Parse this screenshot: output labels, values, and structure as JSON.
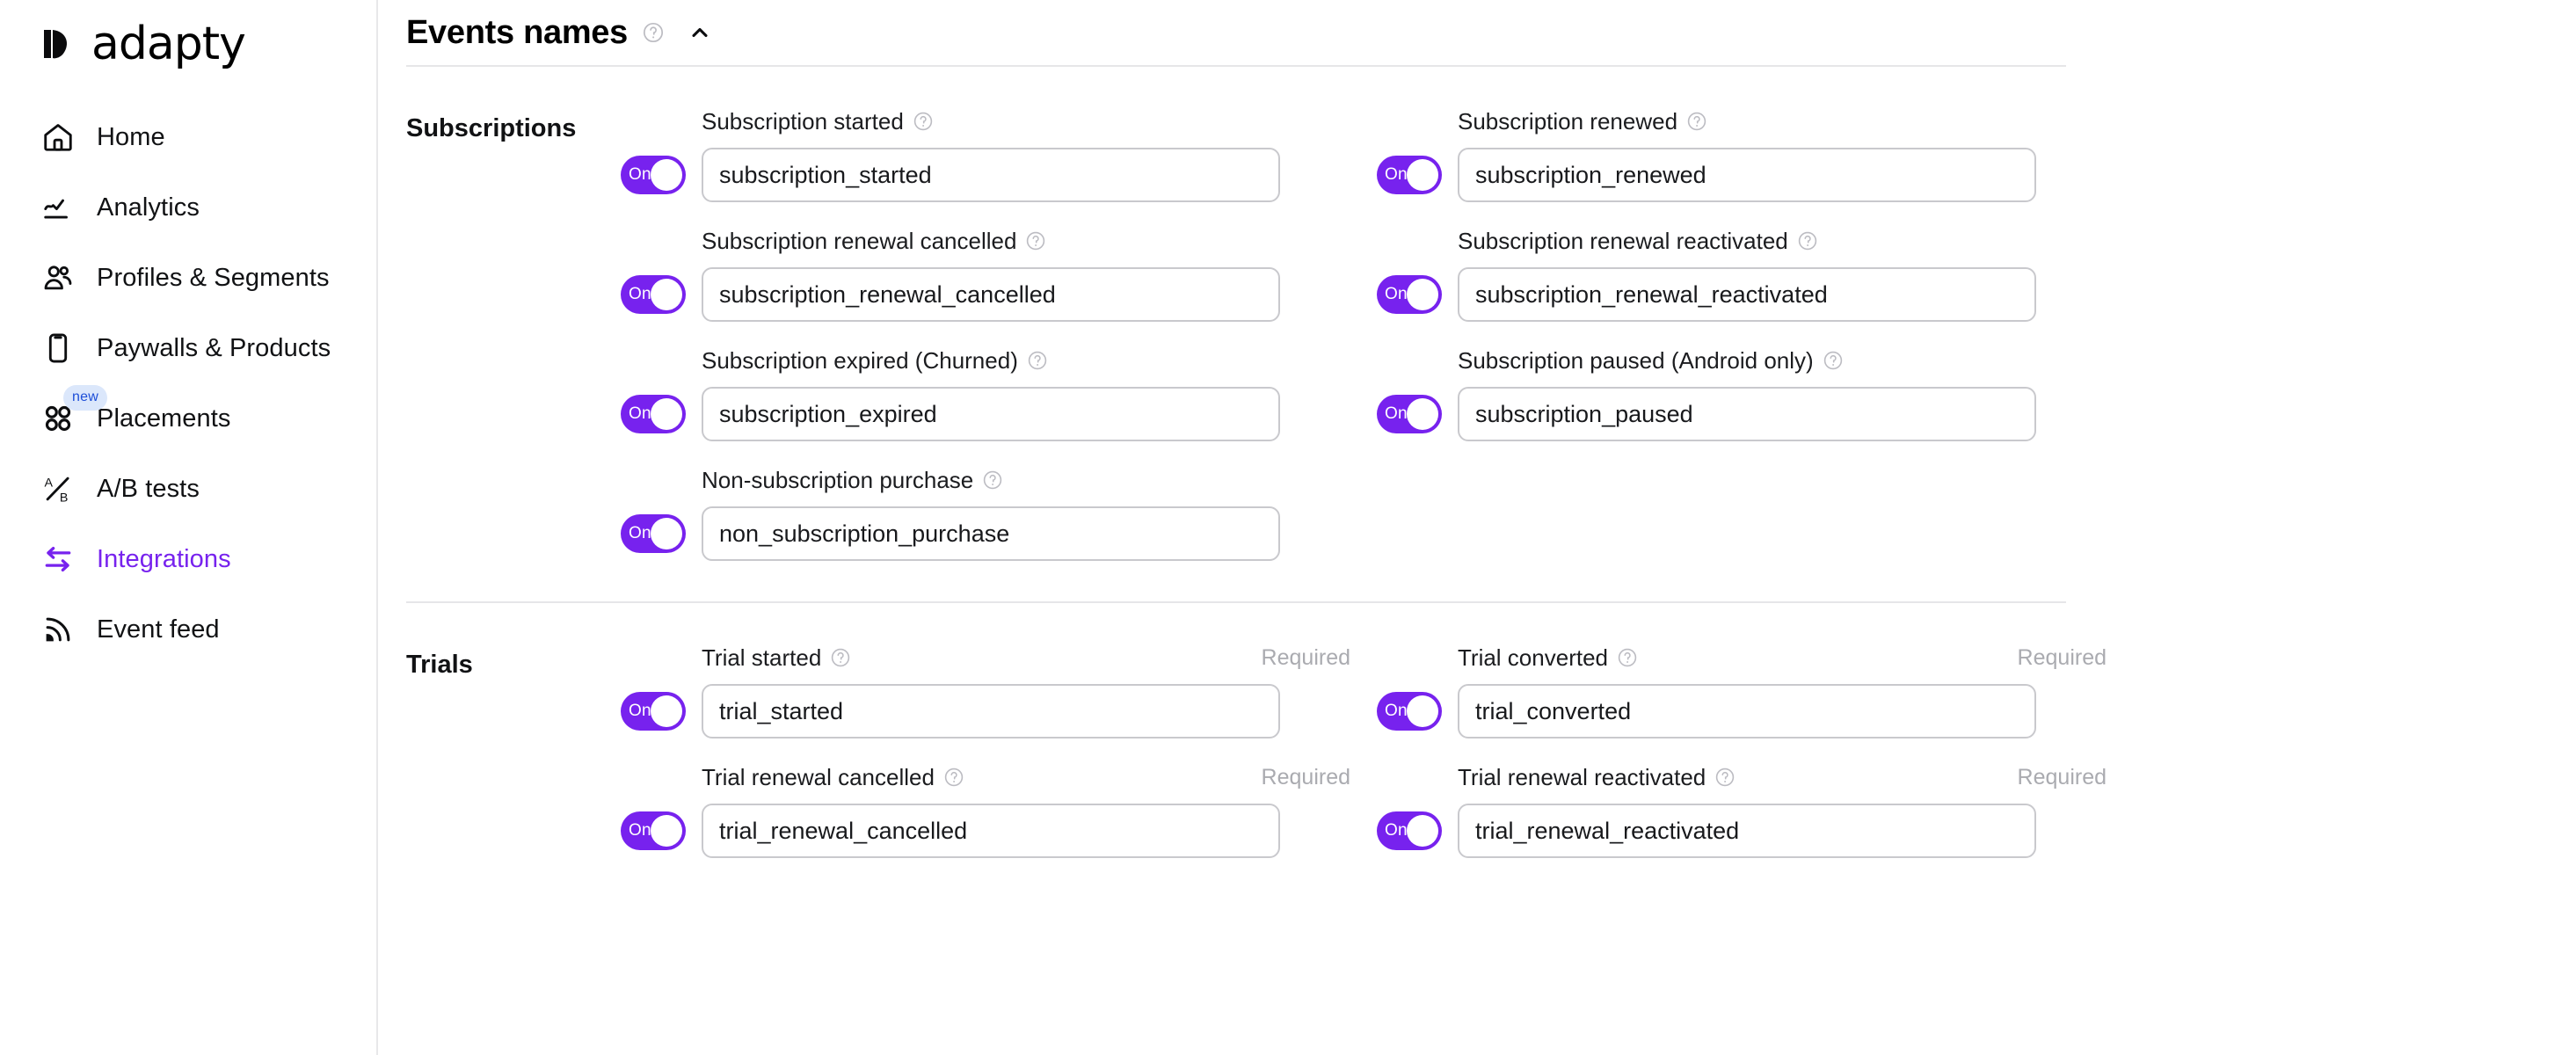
{
  "brand": {
    "name": "adapty",
    "accent": "#7722ee",
    "badge_bg": "#dbe7fb",
    "badge_fg": "#1d4ed8"
  },
  "sidebar": {
    "items": [
      {
        "label": "Home",
        "icon": "home-icon",
        "active": false,
        "badge": null
      },
      {
        "label": "Analytics",
        "icon": "chart-line-icon",
        "active": false,
        "badge": null
      },
      {
        "label": "Profiles & Segments",
        "icon": "users-icon",
        "active": false,
        "badge": null
      },
      {
        "label": "Paywalls & Products",
        "icon": "phone-icon",
        "active": false,
        "badge": null
      },
      {
        "label": "Placements",
        "icon": "grid-dots-icon",
        "active": false,
        "badge": "new"
      },
      {
        "label": "A/B tests",
        "icon": "ab-test-icon",
        "active": false,
        "badge": null
      },
      {
        "label": "Integrations",
        "icon": "arrows-exchange-icon",
        "active": true,
        "badge": null
      },
      {
        "label": "Event feed",
        "icon": "rss-icon",
        "active": false,
        "badge": null
      }
    ]
  },
  "panel": {
    "title": "Events names",
    "help_icon": "question-circle-icon",
    "collapse_icon": "chevron-up-icon"
  },
  "sections": [
    {
      "title": "Subscriptions",
      "rows": [
        [
          {
            "label": "Subscription started",
            "value": "subscription_started",
            "toggle": "On",
            "required": ""
          },
          {
            "label": "Subscription renewed",
            "value": "subscription_renewed",
            "toggle": "On",
            "required": ""
          }
        ],
        [
          {
            "label": "Subscription renewal cancelled",
            "value": "subscription_renewal_cancelled",
            "toggle": "On",
            "required": ""
          },
          {
            "label": "Subscription renewal reactivated",
            "value": "subscription_renewal_reactivated",
            "toggle": "On",
            "required": ""
          }
        ],
        [
          {
            "label": "Subscription expired (Churned)",
            "value": "subscription_expired",
            "toggle": "On",
            "required": ""
          },
          {
            "label": "Subscription paused (Android only)",
            "value": "subscription_paused",
            "toggle": "On",
            "required": ""
          }
        ],
        [
          {
            "label": "Non-subscription purchase",
            "value": "non_subscription_purchase",
            "toggle": "On",
            "required": ""
          },
          null
        ]
      ]
    },
    {
      "title": "Trials",
      "rows": [
        [
          {
            "label": "Trial started",
            "value": "trial_started",
            "toggle": "On",
            "required": "Required"
          },
          {
            "label": "Trial converted",
            "value": "trial_converted",
            "toggle": "On",
            "required": "Required"
          }
        ],
        [
          {
            "label": "Trial renewal cancelled",
            "value": "trial_renewal_cancelled",
            "toggle": "On",
            "required": "Required"
          },
          {
            "label": "Trial renewal reactivated",
            "value": "trial_renewal_reactivated",
            "toggle": "On",
            "required": "Required"
          }
        ]
      ]
    }
  ]
}
